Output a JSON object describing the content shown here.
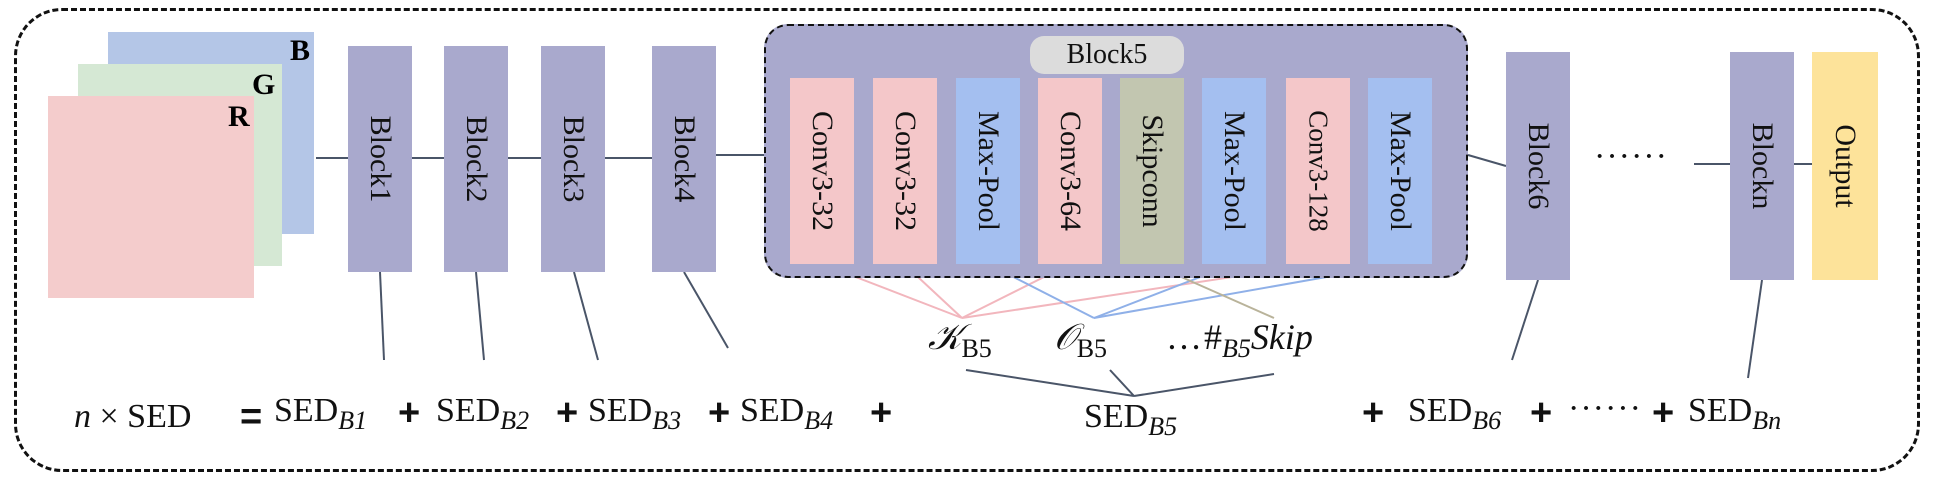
{
  "input": {
    "channels": [
      "R",
      "G",
      "B"
    ],
    "colors": {
      "R": "#f4cccc",
      "G": "#d5e8d4",
      "B": "#b4c6e7"
    }
  },
  "blocks": [
    "Block1",
    "Block2",
    "Block3",
    "Block4"
  ],
  "block5": {
    "title": "Block5",
    "layers": [
      {
        "label": "Conv3-32",
        "kind": "conv"
      },
      {
        "label": "Conv3-32",
        "kind": "conv"
      },
      {
        "label": "Max-Pool",
        "kind": "pool"
      },
      {
        "label": "Conv3-64",
        "kind": "conv"
      },
      {
        "label": "Skipconn",
        "kind": "skip"
      },
      {
        "label": "Max-Pool",
        "kind": "pool"
      },
      {
        "label": "Conv3-128",
        "kind": "conv"
      },
      {
        "label": "Max-Pool",
        "kind": "pool"
      }
    ]
  },
  "after_blocks": {
    "block6": "Block6",
    "ellipsis": "······",
    "blockn": "Blockn",
    "output": "Output"
  },
  "features": {
    "k_symbol": "𝒦",
    "o_symbol": "𝒪",
    "sub": "B5",
    "ellipsis": "…",
    "hash": "#",
    "skip_word": "Skip"
  },
  "equation": {
    "n": "n",
    "times_sed": " × SED",
    "equals": "=",
    "sed": "SED",
    "subs": [
      "B1",
      "B2",
      "B3",
      "B4",
      "B5",
      "B6",
      "Bn"
    ],
    "plus": "+",
    "ellipsis": "······"
  },
  "colors": {
    "block": "#a9a9cd",
    "conv": "#f4c7c9",
    "pool": "#a4bff0",
    "skip": "#c2c6b0",
    "output": "#fde39a",
    "line_conv": "#f2b6bd",
    "line_pool": "#8fb0e8",
    "line_skip": "#b9b39a",
    "line_dark": "#4a5568"
  }
}
